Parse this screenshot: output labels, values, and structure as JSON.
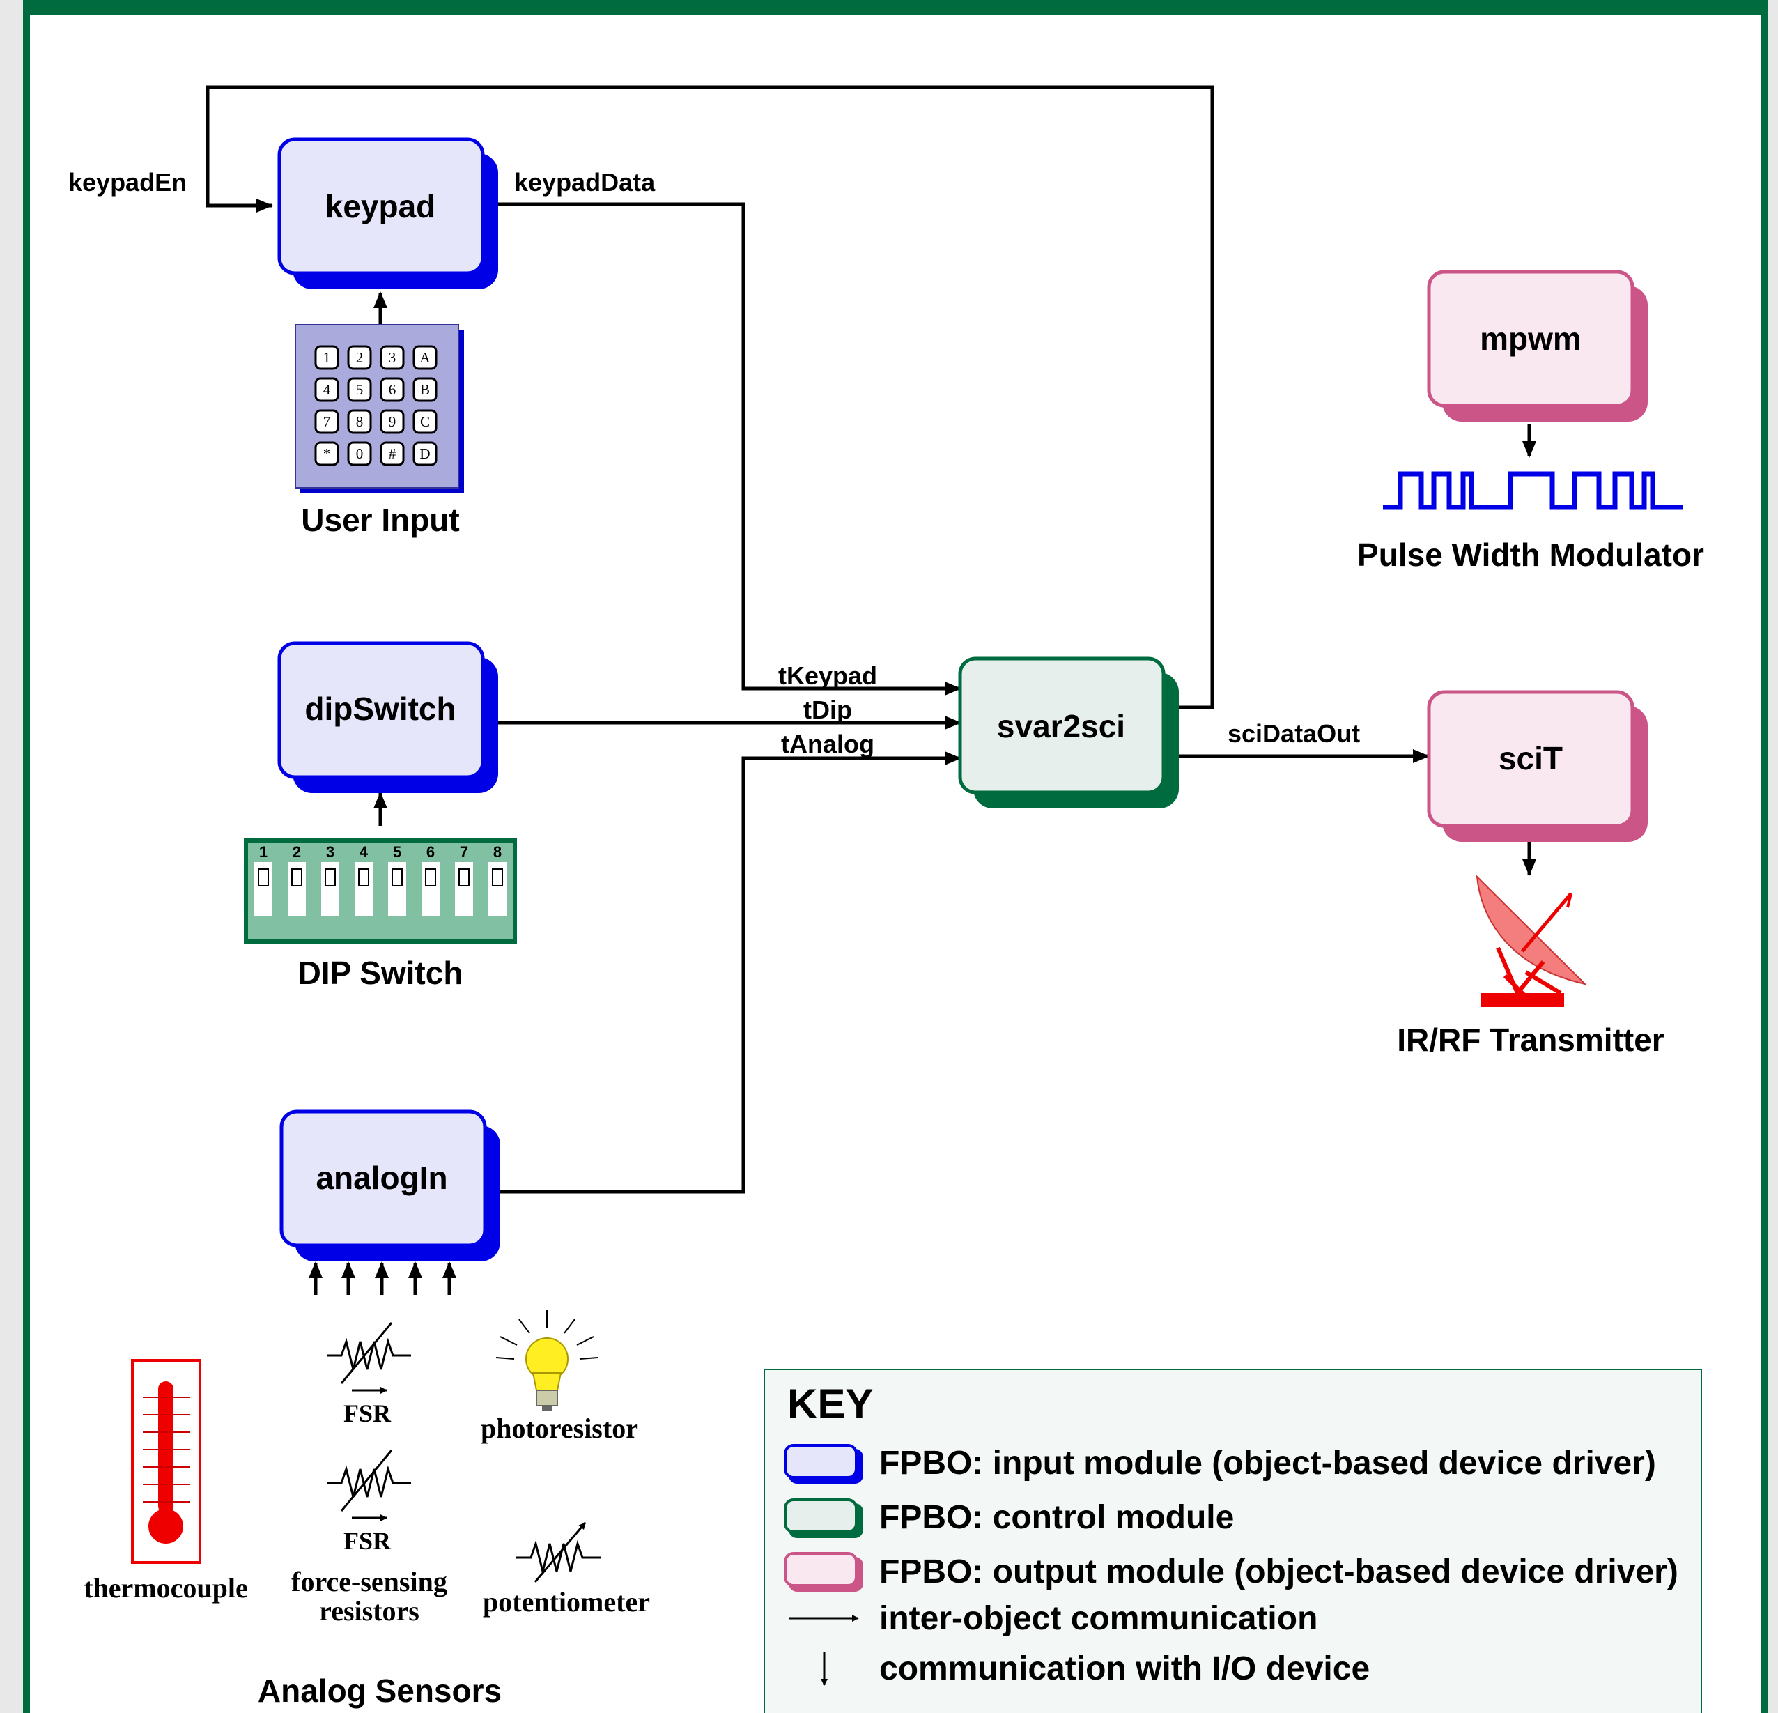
{
  "colors": {
    "frame": "#006b3f",
    "input_fill": "#e6e6fa",
    "input_shadow": "#0000e6",
    "control_fill": "#e6efeb",
    "control_shadow": "#006b3f",
    "output_fill": "#f9e8f0",
    "output_shadow": "#cc5588",
    "pwm": "#0000e6",
    "dip_body": "#82c0a4",
    "thermo_red": "#ee0000",
    "dish_pink": "#f47d7d"
  },
  "modules": {
    "keypad": "keypad",
    "dipSwitch": "dipSwitch",
    "analogIn": "analogIn",
    "svar2sci": "svar2sci",
    "mpwm": "mpwm",
    "sciT": "sciT"
  },
  "signals": {
    "keypadEn": "keypadEn",
    "keypadData": "keypadData",
    "tKeypad": "tKeypad",
    "tDip": "tDip",
    "tAnalog": "tAnalog",
    "sciDataOut": "sciDataOut"
  },
  "devices": {
    "user_input": "User Input",
    "dip_switch": "DIP Switch",
    "pwm": "Pulse Width Modulator",
    "ir_rf": "IR/RF Transmitter",
    "analog_sensors": "Analog Sensors"
  },
  "keypad_keys": [
    "1",
    "2",
    "3",
    "A",
    "4",
    "5",
    "6",
    "B",
    "7",
    "8",
    "9",
    "C",
    "*",
    "0",
    "#",
    "D"
  ],
  "dip_numbers": [
    "1",
    "2",
    "3",
    "4",
    "5",
    "6",
    "7",
    "8"
  ],
  "sensors": {
    "fsr_1": "FSR",
    "fsr_2": "FSR",
    "photoresistor": "photoresistor",
    "thermocouple": "thermocouple",
    "force_line1": "force-sensing",
    "force_line2": "resistors",
    "potentiometer": "potentiometer"
  },
  "key": {
    "title": "KEY",
    "input": "FPBO: input module (object-based device driver)",
    "control": "FPBO: control module",
    "output": "FPBO: output module (object-based device driver)",
    "inter": "inter-object communication",
    "io": "communication with I/O device"
  }
}
